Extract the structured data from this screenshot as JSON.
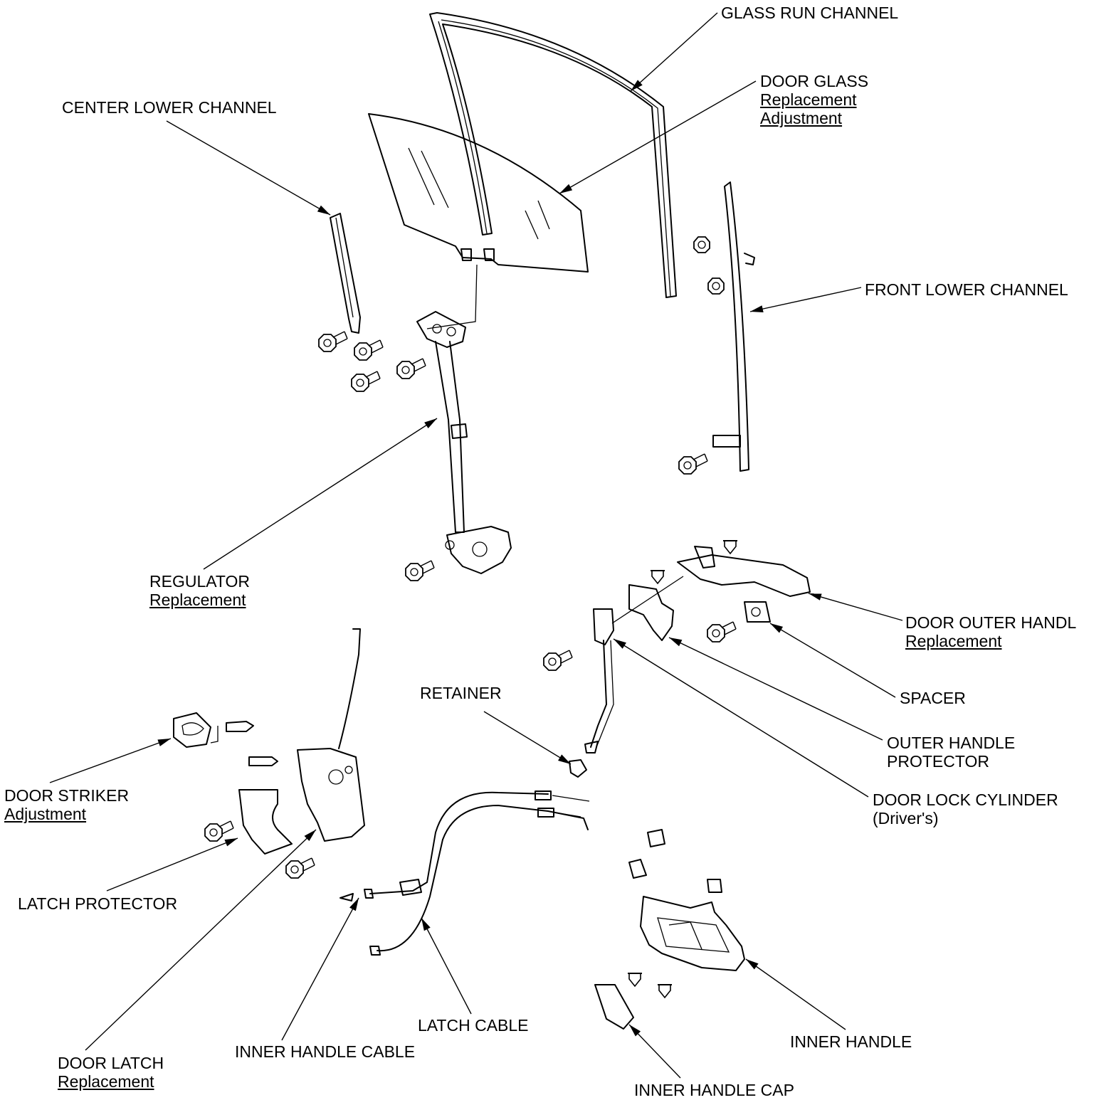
{
  "labels": {
    "glass_run_channel": {
      "text": "GLASS RUN CHANNEL"
    },
    "door_glass": {
      "text": "DOOR GLASS",
      "links": [
        "Replacement",
        "Adjustment"
      ]
    },
    "center_lower_channel": {
      "text": "CENTER LOWER CHANNEL"
    },
    "front_lower_channel": {
      "text": "FRONT LOWER CHANNEL"
    },
    "regulator": {
      "text": "REGULATOR",
      "links": [
        "Replacement"
      ]
    },
    "door_outer_handle": {
      "text": "DOOR OUTER HANDL",
      "links": [
        "Replacement"
      ]
    },
    "spacer": {
      "text": "SPACER"
    },
    "outer_handle_protector": {
      "text": "OUTER HANDLE",
      "line2": "PROTECTOR"
    },
    "door_lock_cylinder": {
      "text": "DOOR LOCK CYLINDER",
      "line2": "(Driver's)"
    },
    "retainer": {
      "text": "RETAINER"
    },
    "door_striker": {
      "text": "DOOR STRIKER",
      "links": [
        "Adjustment"
      ]
    },
    "latch_protector": {
      "text": "LATCH PROTECTOR"
    },
    "door_latch": {
      "text": "DOOR LATCH",
      "links": [
        "Replacement"
      ]
    },
    "inner_handle_cable": {
      "text": "INNER HANDLE CABLE"
    },
    "latch_cable": {
      "text": "LATCH CABLE"
    },
    "inner_handle": {
      "text": "INNER HANDLE"
    },
    "inner_handle_cap": {
      "text": "INNER HANDLE CAP"
    }
  }
}
